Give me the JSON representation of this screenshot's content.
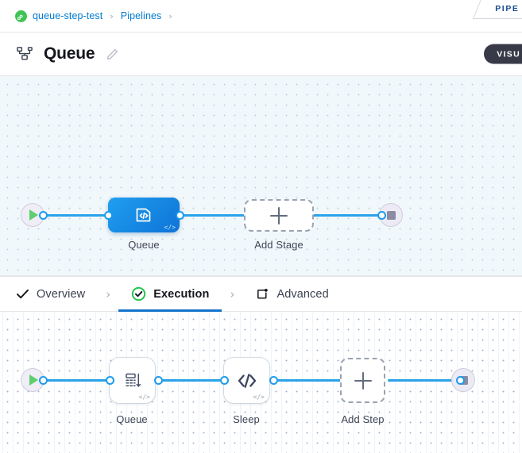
{
  "breadcrumb": {
    "project_icon": "pipeline-project-icon",
    "items": [
      {
        "label": "queue-step-test"
      },
      {
        "label": "Pipelines"
      }
    ],
    "separator": "›"
  },
  "corner_tab": {
    "label": "PIPE"
  },
  "header": {
    "icon": "pipeline-hierarchy-icon",
    "title": "Queue",
    "edit_icon": "pencil-edit-icon",
    "visual_button_label": "VISU"
  },
  "stage_canvas": {
    "start_node": {
      "icon": "play-icon",
      "name": "start"
    },
    "end_node": {
      "icon": "stop-icon",
      "name": "end"
    },
    "nodes": [
      {
        "id": "stage-queue",
        "label": "Queue",
        "icon": "code-stage-icon",
        "badge": "</>",
        "type": "stage"
      },
      {
        "id": "add-stage",
        "label": "Add Stage",
        "icon": "plus-icon",
        "type": "add"
      }
    ]
  },
  "tabs": {
    "separator": "›",
    "items": [
      {
        "id": "overview",
        "label": "Overview",
        "icon": "check-icon",
        "active": false
      },
      {
        "id": "execution",
        "label": "Execution",
        "icon": "check-circle-icon",
        "active": true
      },
      {
        "id": "advanced",
        "label": "Advanced",
        "icon": "advanced-gear-icon",
        "active": false
      }
    ]
  },
  "step_canvas": {
    "start_node": {
      "icon": "play-icon",
      "name": "start"
    },
    "end_node": {
      "icon": "stop-icon",
      "name": "end"
    },
    "nodes": [
      {
        "id": "step-queue",
        "label": "Queue",
        "icon": "queue-stack-icon",
        "badge": "</>",
        "type": "step"
      },
      {
        "id": "step-sleep",
        "label": "Sleep",
        "icon": "code-brackets-icon",
        "badge": "</>",
        "type": "step"
      },
      {
        "id": "add-step",
        "label": "Add Step",
        "icon": "plus-icon",
        "type": "add"
      }
    ]
  },
  "colors": {
    "accent_blue": "#1473cc",
    "edge_blue": "#2aa3e8",
    "link_blue": "#0279d2",
    "node_blue_start": "#1f9ff0",
    "node_blue_end": "#0f73d6",
    "success_green": "#3fc355",
    "play_green": "#5ece6e",
    "canvas_tint": "#f1f8fb",
    "dark_pill": "#383a47"
  }
}
